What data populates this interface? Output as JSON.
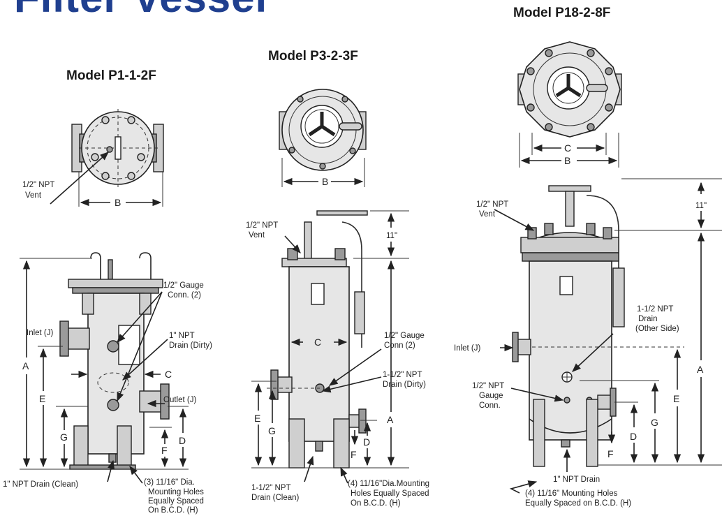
{
  "page_title": "Filter Vessel",
  "models": {
    "p1": "Model P1-1-2F",
    "p3": "Model P3-2-3F",
    "p18": "Model P18-2-8F"
  },
  "p1": {
    "vent_line1": "1/2\" NPT",
    "vent_line2": "Vent",
    "dim_b": "B",
    "gauge_line1": "1/2\" Gauge",
    "gauge_line2": "Conn. (2)",
    "inlet": "Inlet (J)",
    "drain_dirty_line1": "1\" NPT",
    "drain_dirty_line2": "Drain (Dirty)",
    "dim_c": "C",
    "dim_a": "A",
    "dim_e": "E",
    "outlet": "Outlet (J)",
    "dim_g": "G",
    "dim_f": "F",
    "dim_d": "D",
    "drain_clean": "1\" NPT Drain (Clean)",
    "mount_line1": "(3) 11/16\" Dia.",
    "mount_line2": "Mounting Holes",
    "mount_line3": "Equally Spaced",
    "mount_line4": "On B.C.D. (H)"
  },
  "p3": {
    "dim_b": "B",
    "vent_line1": "1/2\" NPT",
    "vent_line2": "Vent",
    "dim_11": "11\"",
    "dim_c": "C",
    "gauge_line1": "1/2\" Gauge",
    "gauge_line2": "Conn (2)",
    "drain_dirty_line1": "1-1/2\" NPT",
    "drain_dirty_line2": "Drain (Dirty)",
    "dim_e": "E",
    "dim_g": "G",
    "dim_a": "A",
    "dim_d": "D",
    "dim_f": "F",
    "drain_clean_line1": "1-1/2\" NPT",
    "drain_clean_line2": "Drain (Clean)",
    "mount_line1": "(4) 11/16\"Dia.Mounting",
    "mount_line2": "Holes Equally Spaced",
    "mount_line3": "On B.C.D. (H)"
  },
  "p18": {
    "dim_c": "C",
    "dim_b": "B",
    "vent_line1": "1/2\" NPT",
    "vent_line2": "Vent",
    "dim_11": "11\"",
    "drain_line1": "1-1/2 NPT",
    "drain_line2": "Drain",
    "drain_line3": "(Other Side)",
    "inlet": "Inlet (J)",
    "dim_a": "A",
    "gauge_line1": "1/2\" NPT",
    "gauge_line2": "Gauge",
    "gauge_line3": "Conn.",
    "dim_e": "E",
    "dim_g": "G",
    "dim_d": "D",
    "dim_f": "F",
    "drain_bottom": "1\" NPT Drain",
    "mount_line1": "(4) 11/16\" Mounting Holes",
    "mount_line2": "Equally Spaced on B.C.D. (H)"
  }
}
